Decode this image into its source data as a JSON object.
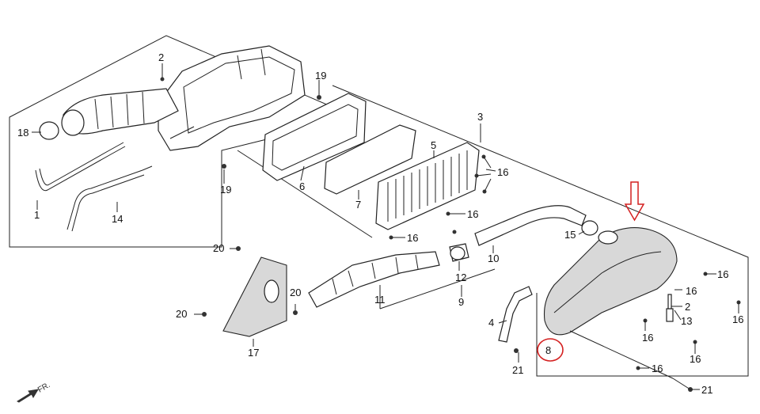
{
  "labels": {
    "p1": "1",
    "p2a": "2",
    "p2b": "2",
    "p3": "3",
    "p4": "4",
    "p5": "5",
    "p6": "6",
    "p7": "7",
    "p8": "8",
    "p9": "9",
    "p10": "10",
    "p11": "11",
    "p12": "12",
    "p13": "13",
    "p14": "14",
    "p15": "15",
    "p16a": "16",
    "p16b": "16",
    "p16c": "16",
    "p16d": "16",
    "p16e": "16",
    "p16f": "16",
    "p16g": "16",
    "p16h": "16",
    "p16i": "16",
    "p17": "17",
    "p18": "18",
    "p19a": "19",
    "p19b": "19",
    "p20a": "20",
    "p20b": "20",
    "p20c": "20",
    "p21a": "21",
    "p21b": "21"
  },
  "direction_label": "FR.",
  "colors": {
    "highlight_circle": "#d42020",
    "arrow": "#d42020"
  }
}
